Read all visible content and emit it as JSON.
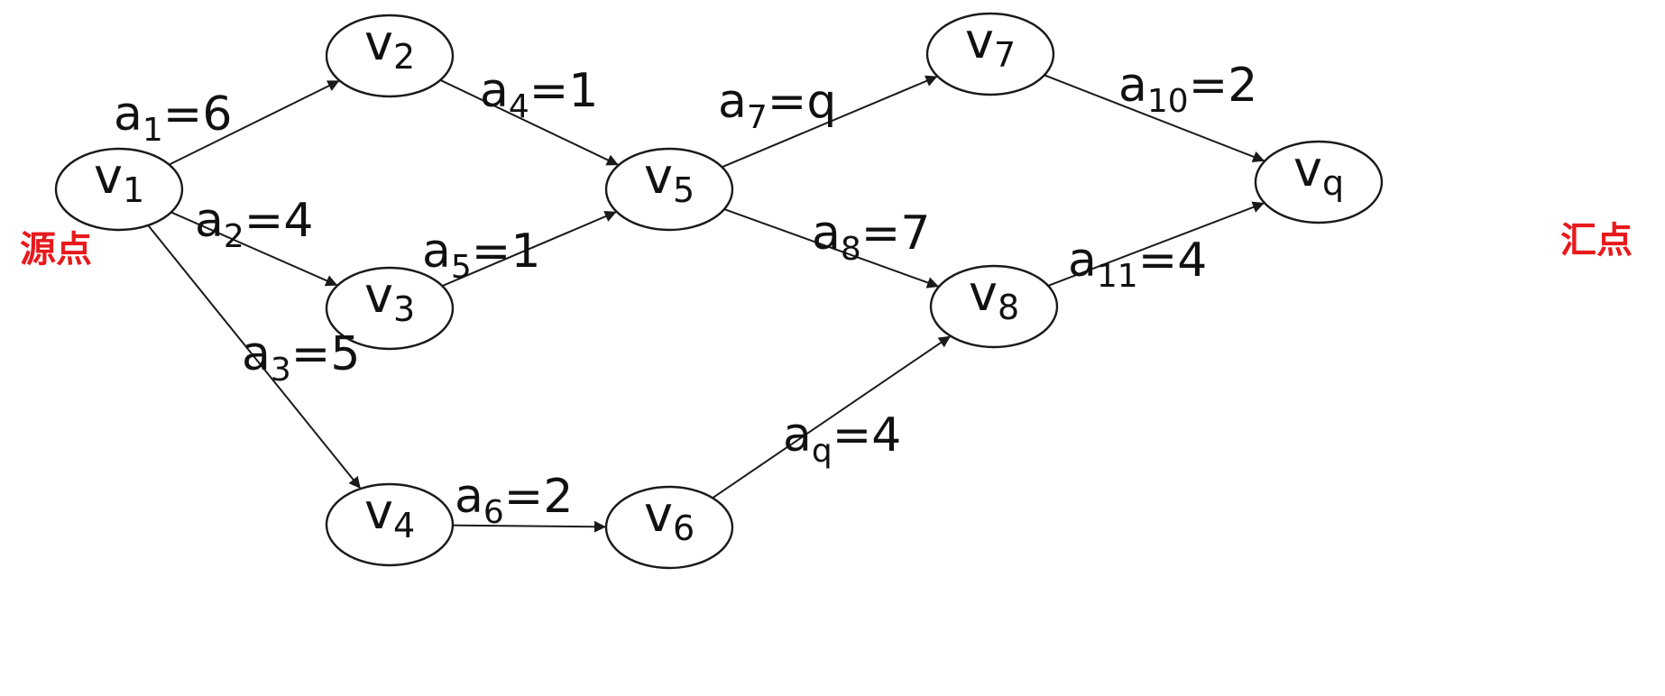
{
  "nodes": [
    {
      "id": "v1",
      "letter": "v",
      "sub": "1"
    },
    {
      "id": "v2",
      "letter": "v",
      "sub": "2"
    },
    {
      "id": "v3",
      "letter": "v",
      "sub": "3"
    },
    {
      "id": "v4",
      "letter": "v",
      "sub": "4"
    },
    {
      "id": "v5",
      "letter": "v",
      "sub": "5"
    },
    {
      "id": "v6",
      "letter": "v",
      "sub": "6"
    },
    {
      "id": "v7",
      "letter": "v",
      "sub": "7"
    },
    {
      "id": "v8",
      "letter": "v",
      "sub": "8"
    },
    {
      "id": "v9",
      "letter": "v",
      "sub": "q"
    }
  ],
  "edges": [
    {
      "id": "a1",
      "from": "v1",
      "to": "v2",
      "name": "a",
      "sub": "1",
      "weight": "=6"
    },
    {
      "id": "a2",
      "from": "v1",
      "to": "v3",
      "name": "a",
      "sub": "2",
      "weight": "=4"
    },
    {
      "id": "a3",
      "from": "v1",
      "to": "v4",
      "name": "a",
      "sub": "3",
      "weight": "=5"
    },
    {
      "id": "a4",
      "from": "v2",
      "to": "v5",
      "name": "a",
      "sub": "4",
      "weight": "=1"
    },
    {
      "id": "a5",
      "from": "v3",
      "to": "v5",
      "name": "a",
      "sub": "5",
      "weight": "=1"
    },
    {
      "id": "a6",
      "from": "v4",
      "to": "v6",
      "name": "a",
      "sub": "6",
      "weight": "=2"
    },
    {
      "id": "a7",
      "from": "v5",
      "to": "v7",
      "name": "a",
      "sub": "7",
      "weight": "=q"
    },
    {
      "id": "a8",
      "from": "v5",
      "to": "v8",
      "name": "a",
      "sub": "8",
      "weight": "=7"
    },
    {
      "id": "a9",
      "from": "v6",
      "to": "v8",
      "name": "a",
      "sub": "q",
      "weight": "=4"
    },
    {
      "id": "a10",
      "from": "v7",
      "to": "v9",
      "name": "a",
      "sub": "10",
      "weight": "=2"
    },
    {
      "id": "a11",
      "from": "v8",
      "to": "v9",
      "name": "a",
      "sub": "11",
      "weight": "=4"
    }
  ],
  "labels": {
    "source": "源点",
    "sink": "汇点"
  },
  "colors": {
    "line": "#1a1a1a",
    "label_accent": "#e8191c"
  }
}
